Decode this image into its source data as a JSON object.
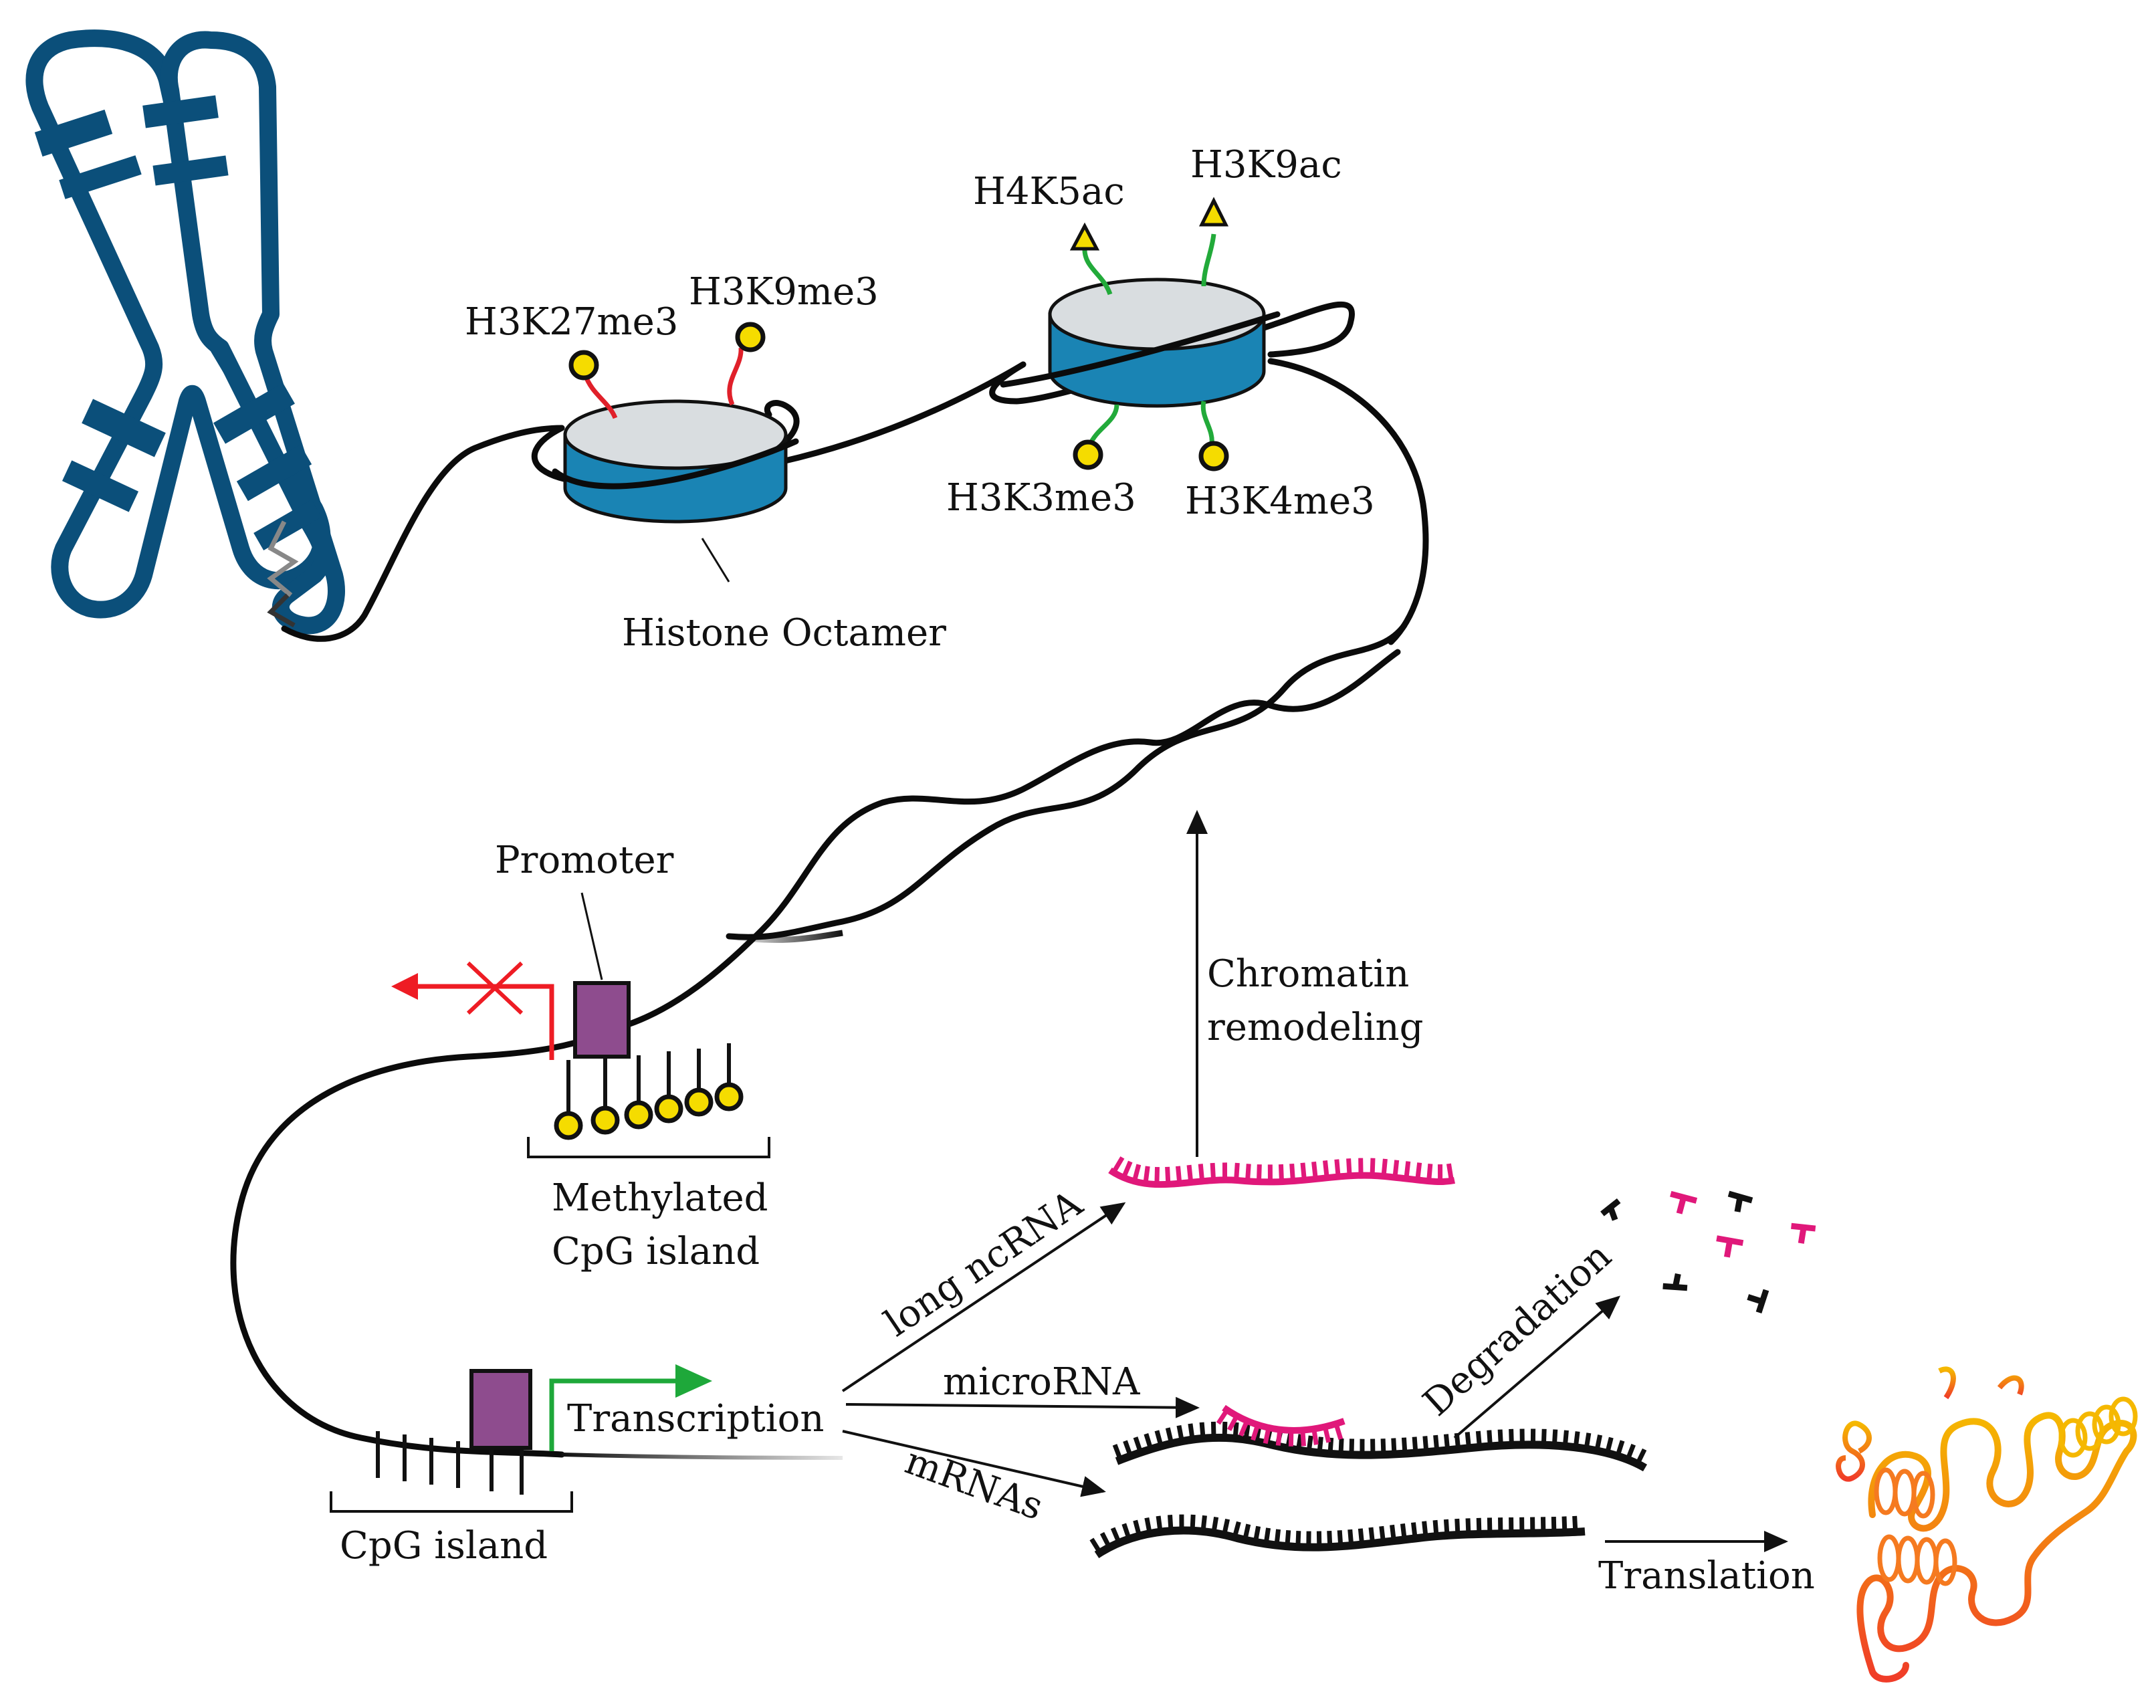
{
  "labels": {
    "h3k27me3": "H3K27me3",
    "h3k9me3": "H3K9me3",
    "h4k5ac": "H4K5ac",
    "h3k9ac": "H3K9ac",
    "h3k3me3": "H3K3me3",
    "h3k4me3": "H3K4me3",
    "histone_octamer": "Histone Octamer",
    "promoter": "Promoter",
    "chromatin_line1": "Chromatin",
    "chromatin_line2": "remodeling",
    "methylated_line1": "Methylated",
    "methylated_line2": "CpG island",
    "cpg_island": "CpG island",
    "transcription": "Transcription",
    "long_ncrna": "long ncRNA",
    "microrna": "microRNA",
    "mrnas": "mRNAs",
    "degradation": "Degradation",
    "translation": "Translation"
  },
  "colors": {
    "chromosome": "#0b4f7a",
    "histone_side": "#1a84b4",
    "histone_top": "#d9dde0",
    "repressive_tail": "#e0202a",
    "active_tail": "#22aa3a",
    "mark_yellow": "#f5dc00",
    "ncrna_pink": "#e0187a",
    "promoter_purple": "#8e4c8e",
    "tss_active": "#1ea83a",
    "tss_blocked": "#ee1c24",
    "protein_gradient_start": "#f5b800",
    "protein_gradient_end": "#f03c28"
  }
}
